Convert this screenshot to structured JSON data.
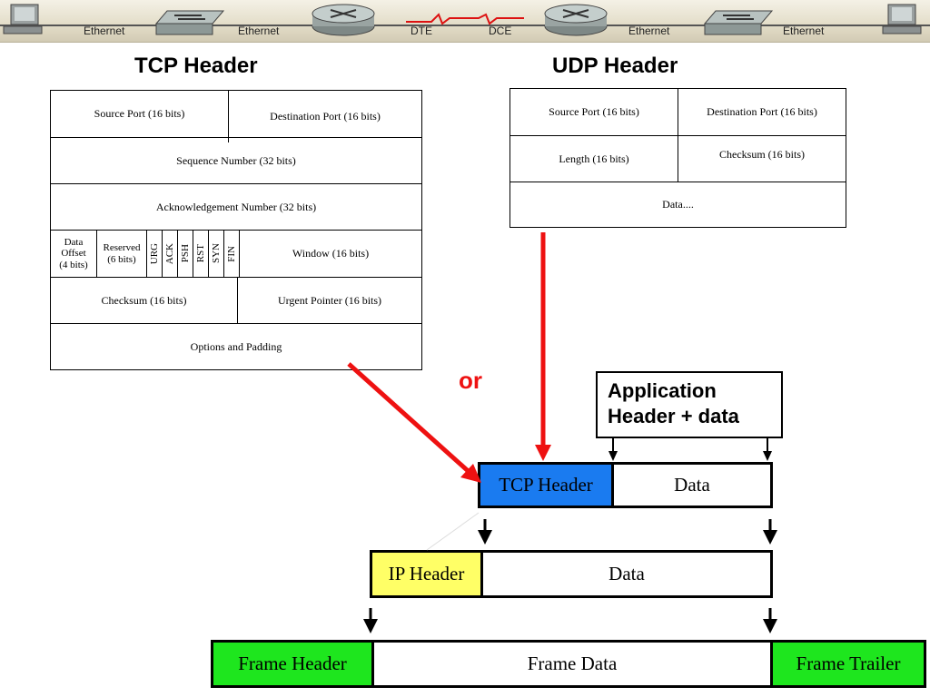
{
  "banner": {
    "labels": [
      "Ethernet",
      "Ethernet",
      "DTE",
      "DCE",
      "Ethernet",
      "Ethernet"
    ],
    "icons": [
      "computer-icon",
      "switch-icon",
      "router-icon",
      "serial-link-icon",
      "router-icon",
      "switch-icon",
      "computer-icon"
    ]
  },
  "tcp": {
    "title": "TCP Header",
    "source_port": "Source Port (16 bits)",
    "destination_port": "Destination Port (16 bits)",
    "sequence_number": "Sequence Number (32 bits)",
    "ack_number": "Acknowledgement Number (32 bits)",
    "data_offset": [
      "Data",
      "Offset",
      "(4 bits)"
    ],
    "reserved": [
      "Reserved",
      "(6 bits)"
    ],
    "flags": [
      "URG",
      "ACK",
      "PSH",
      "RST",
      "SYN",
      "FIN"
    ],
    "window": "Window (16 bits)",
    "checksum": "Checksum (16 bits)",
    "urgent_pointer": "Urgent Pointer (16 bits)",
    "options": "Options and Padding"
  },
  "udp": {
    "title": "UDP Header",
    "source_port": "Source Port (16 bits)",
    "destination_port": "Destination Port (16 bits)",
    "length": "Length (16 bits)",
    "checksum": "Checksum (16 bits)",
    "data": "Data...."
  },
  "or_label": "or",
  "application": [
    "Application",
    "Header + data"
  ],
  "encapsulation": {
    "transport_header": "TCP Header",
    "transport_data": "Data",
    "ip_header": "IP Header",
    "ip_data": "Data",
    "frame_header": "Frame Header",
    "frame_data": "Frame Data",
    "frame_trailer": "Frame Trailer"
  },
  "colors": {
    "tcp_header_fill": "#1a7bf0",
    "ip_header_fill": "#ffff66",
    "frame_fill": "#1ee61e",
    "arrow_red": "#ee1111",
    "or_text": "#ee1111"
  }
}
